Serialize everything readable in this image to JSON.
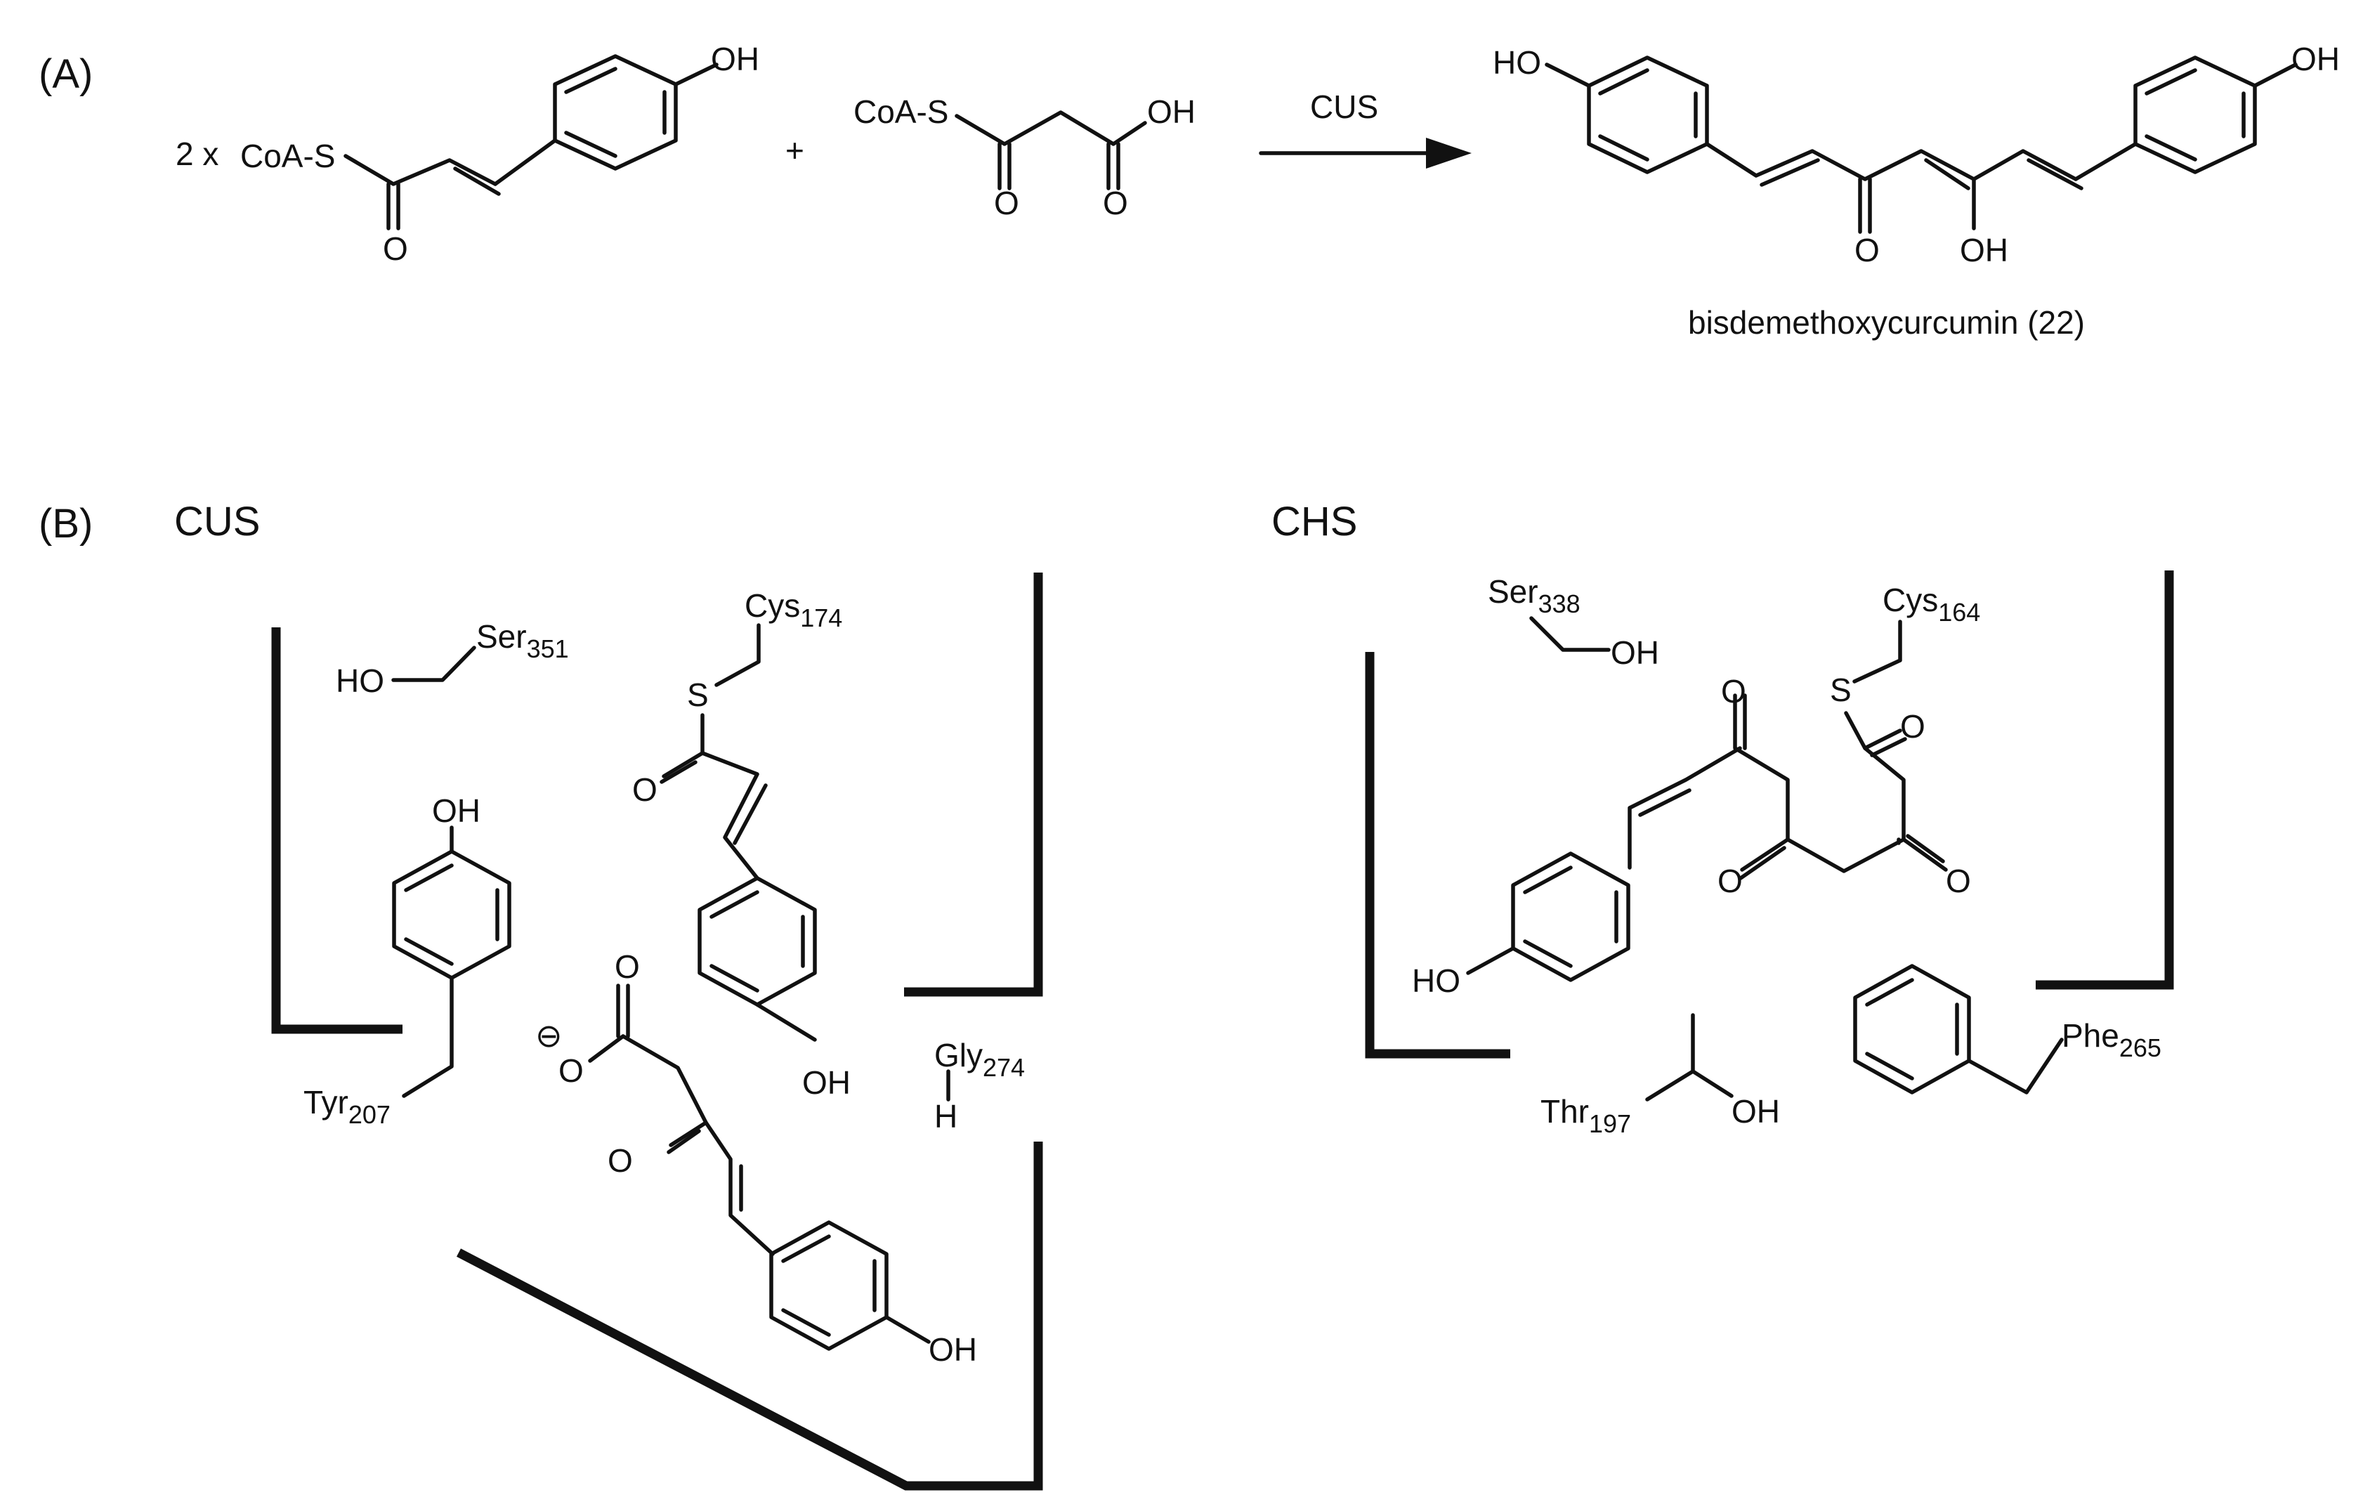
{
  "panel_a": {
    "label": "(A)",
    "coeff": "2 x",
    "coa_s_1": "CoA-S",
    "coa_s_2": "CoA-S",
    "plus": "+",
    "enzyme": "CUS",
    "oh": "OH",
    "ho": "HO",
    "o": "O",
    "product_name": "bisdemethoxycurcumin (22)"
  },
  "panel_b": {
    "label": "(B)",
    "cus": {
      "title": "CUS",
      "ho": "HO",
      "ser": "Ser",
      "ser_num": "351",
      "cys": "Cys",
      "cys_num": "174",
      "s": "S",
      "o": "O",
      "oh": "OH",
      "tyr": "Tyr",
      "tyr_num": "207",
      "minus": "⊖",
      "gly": "Gly",
      "gly_num": "274",
      "h": "H"
    },
    "chs": {
      "title": "CHS",
      "ser": "Ser",
      "ser_num": "338",
      "oh": "OH",
      "cys": "Cys",
      "cys_num": "164",
      "s": "S",
      "o": "O",
      "ho": "HO",
      "thr": "Thr",
      "thr_num": "197",
      "phe": "Phe",
      "phe_num": "265"
    }
  }
}
